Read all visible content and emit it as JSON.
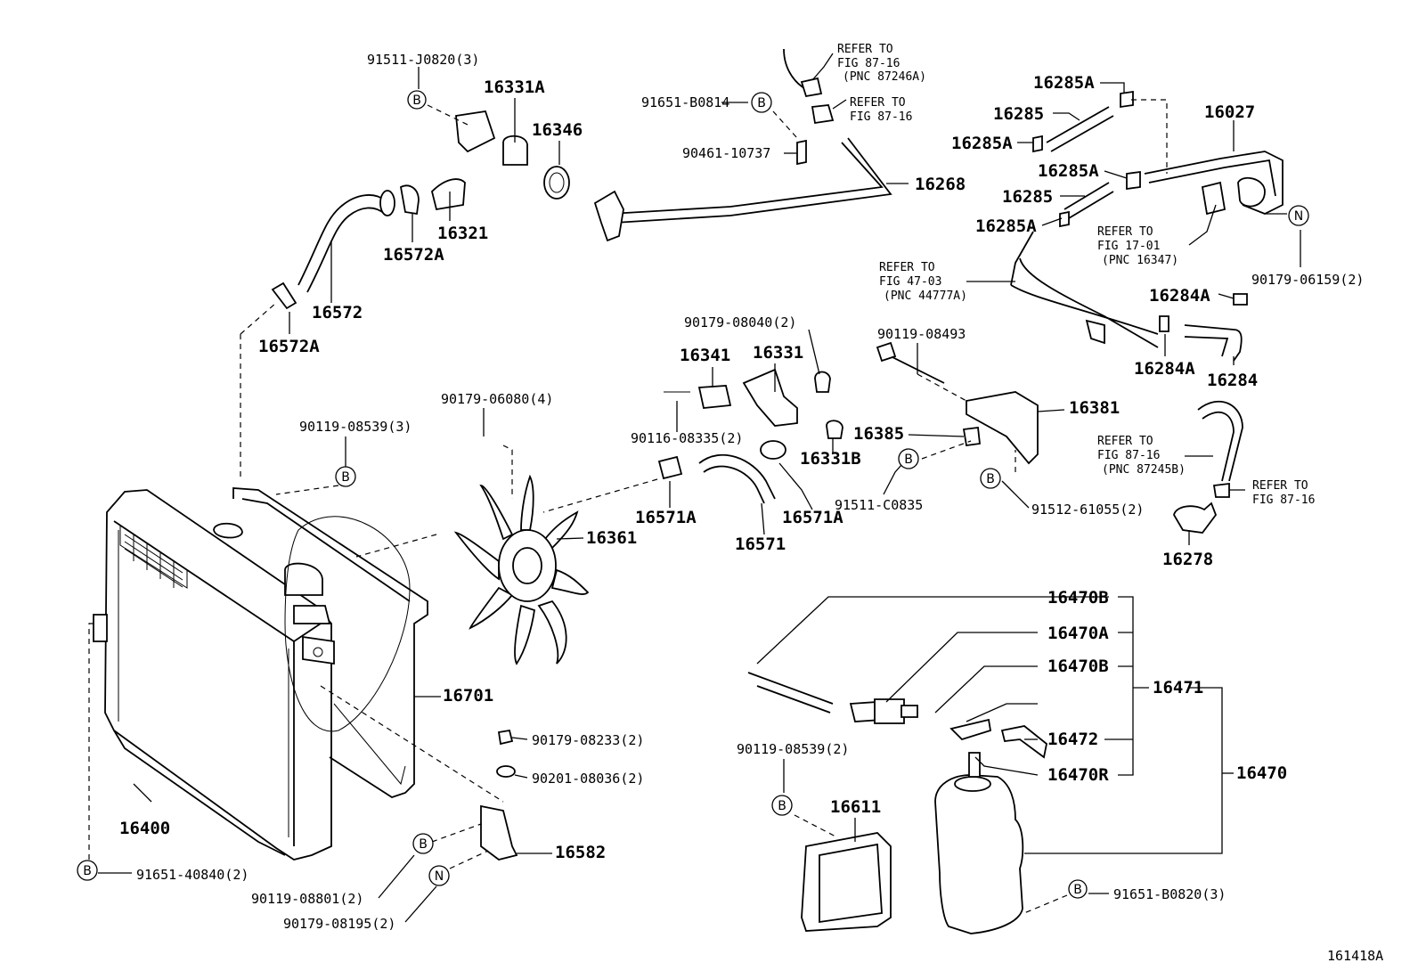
{
  "figure_id": "161418A",
  "refer_to_label": "REFER TO",
  "parts": {
    "p91511_J0820": "91511-J0820(3)",
    "p16331A": "16331A",
    "p16346": "16346",
    "p16321": "16321",
    "p16572A_top": "16572A",
    "p16572": "16572",
    "p16572A_low": "16572A",
    "p91651_B0814": "91651-B0814",
    "p90461_10737": "90461-10737",
    "p16268": "16268",
    "p16285A_1": "16285A",
    "p16285_1": "16285",
    "p16285A_2": "16285A",
    "p16285A_3": "16285A",
    "p16285_2": "16285",
    "p16285A_4": "16285A",
    "p16027": "16027",
    "p90179_06159": "90179-06159(2)",
    "p16284A_1": "16284A",
    "p16284A_2": "16284A",
    "p16284": "16284",
    "p90179_08040": "90179-08040(2)",
    "p16341": "16341",
    "p16331": "16331",
    "p90119_08493": "90119-08493",
    "p16381": "16381",
    "p16385": "16385",
    "p16331B": "16331B",
    "p90179_06080": "90179-06080(4)",
    "p90119_08539_top": "90119-08539(3)",
    "p90116_08335": "90116-08335(2)",
    "p16571A_1": "16571A",
    "p16571A_2": "16571A",
    "p16571": "16571",
    "p91511_C0835": "91511-C0835",
    "p91512_61055": "91512-61055(2)",
    "p16278": "16278",
    "p16361": "16361",
    "p16701": "16701",
    "p16400": "16400",
    "p91651_40840": "91651-40840(2)",
    "p90179_08233": "90179-08233(2)",
    "p90201_08036": "90201-08036(2)",
    "p16582": "16582",
    "p90119_08801": "90119-08801(2)",
    "p90179_08195": "90179-08195(2)",
    "p16470B_1": "16470B",
    "p16470A": "16470A",
    "p16470B_2": "16470B",
    "p16471": "16471",
    "p16472": "16472",
    "p16470R": "16470R",
    "p16470": "16470",
    "p90119_08539_low": "90119-08539(2)",
    "p16611": "16611",
    "p91651_B0820": "91651-B0820(3)"
  },
  "refs": {
    "r1": {
      "line1": "FIG 87-16",
      "line2": "(PNC 87246A)"
    },
    "r2": {
      "line1": "FIG 87-16"
    },
    "r3": {
      "line1": "FIG 17-01",
      "line2": "(PNC 16347)"
    },
    "r4": {
      "line1": "FIG 47-03",
      "line2": "(PNC 44777A)"
    },
    "r5": {
      "line1": "FIG 87-16",
      "line2": "(PNC 87245B)"
    },
    "r6": {
      "line1": "FIG 87-16"
    }
  },
  "callout_letters": {
    "b": "B",
    "n": "N"
  }
}
